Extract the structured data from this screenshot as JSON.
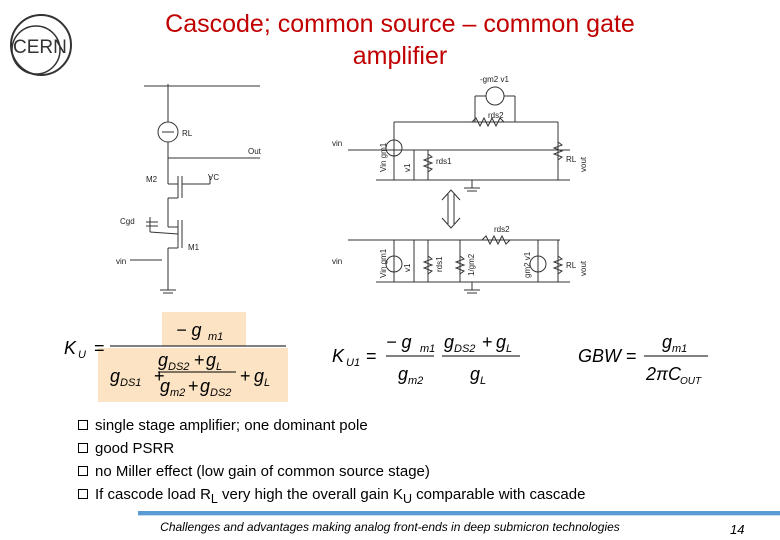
{
  "logo": {
    "text": "CERN"
  },
  "title": {
    "line1": "Cascode; common source – common gate",
    "line2": "amplifier"
  },
  "circuit_left": {
    "labels": {
      "rl": "RL",
      "out": "Out",
      "m2": "M2",
      "vc": "VC",
      "cgd": "Cgd",
      "m1": "M1",
      "vin": "vin"
    }
  },
  "circuit_right": {
    "top": {
      "gm2": "-gm2 v1",
      "rds2": "rds2",
      "vin": "vin",
      "vingm1": "Vin gm1",
      "v1": "v1",
      "rds1": "rds1",
      "rl": "RL",
      "vout": "vout"
    },
    "bottom": {
      "rds2": "rds2",
      "vin": "vin",
      "vingm1": "Vin gm1",
      "v1": "v1",
      "rds1": "rds1",
      "gm2inv": "1/gm2",
      "gm2v1": "gm2 v1",
      "rl": "RL",
      "vout": "vout"
    }
  },
  "equations": {
    "ku_lhs": "K",
    "ku_sub": "U",
    "eq": "=",
    "neg_gm": "− g",
    "m1": "m1",
    "gds2": "g",
    "ds2": "DS2",
    "plus": "+",
    "gl": "g",
    "l": "L",
    "gm2": "g",
    "m2": "m2",
    "gds1": "g",
    "ds1": "DS1",
    "ku1_sub": "U1",
    "gbw": "GBW",
    "two_pi": "2π",
    "cout": "C",
    "out": "OUT"
  },
  "bullets": [
    {
      "text": "single stage amplifier; one dominant pole"
    },
    {
      "text": "good PSRR"
    },
    {
      "text": "no Miller effect (low gain of common source stage)"
    },
    {
      "text_a": "If cascode load R",
      "sub_a": "L",
      "text_b": " very high the overall gain K",
      "sub_b": "U",
      "text_c": " comparable with cascade"
    }
  ],
  "footer": {
    "text": "Challenges and advantages making analog front-ends in deep submicron technologies",
    "page": "14"
  },
  "colors": {
    "title": "#c00000",
    "highlight": "#fbe3c4",
    "accent": "#5b9bd5"
  }
}
